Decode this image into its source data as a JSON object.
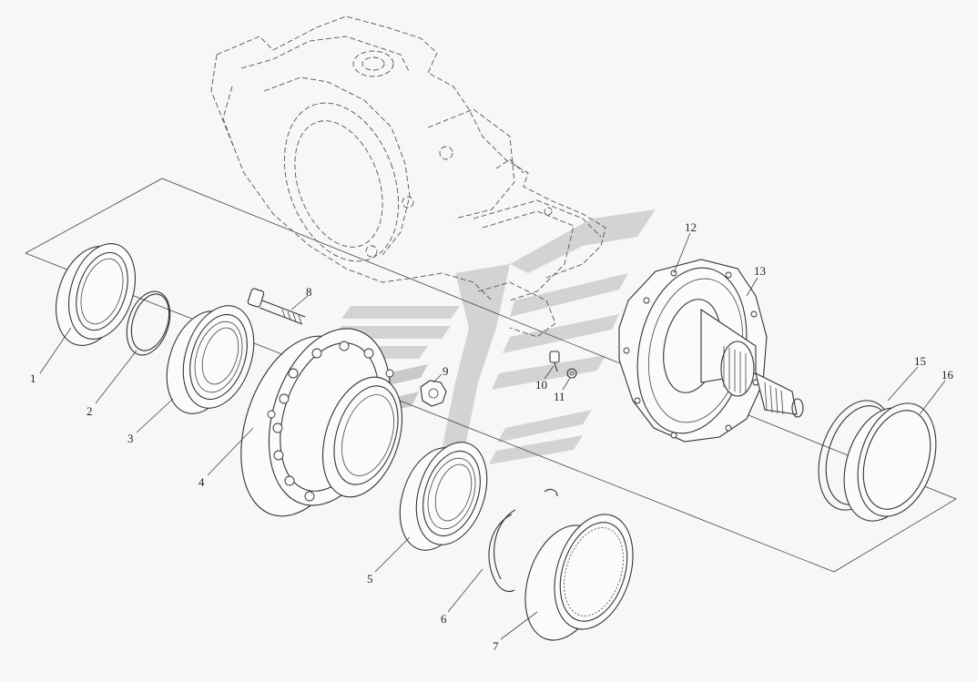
{
  "diagram": {
    "callouts": [
      {
        "id": "1",
        "text": "1"
      },
      {
        "id": "2",
        "text": "2"
      },
      {
        "id": "3",
        "text": "3"
      },
      {
        "id": "4",
        "text": "4"
      },
      {
        "id": "5",
        "text": "5"
      },
      {
        "id": "6",
        "text": "6"
      },
      {
        "id": "7",
        "text": "7"
      },
      {
        "id": "8",
        "text": "8"
      },
      {
        "id": "9",
        "text": "9"
      },
      {
        "id": "10",
        "text": "10"
      },
      {
        "id": "11",
        "text": "11"
      },
      {
        "id": "12",
        "text": "12"
      },
      {
        "id": "13",
        "text": "13"
      },
      {
        "id": "15",
        "text": "15"
      },
      {
        "id": "16",
        "text": "16"
      }
    ],
    "colors": {
      "line": "#333333",
      "background": "#f7f7f5",
      "watermark": "#c9c9c9"
    }
  }
}
